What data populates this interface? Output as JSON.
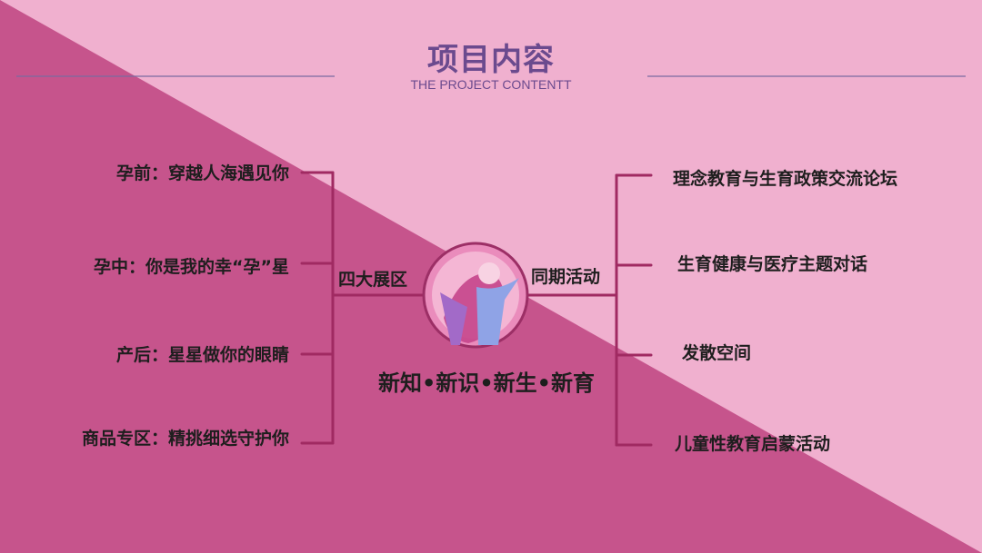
{
  "header": {
    "title": "项目内容",
    "subtitle": "THE PROJECT CONTENTT"
  },
  "left_group": {
    "label": "四大展区",
    "items": [
      "孕前：穿越人海遇见你",
      "孕中：你是我的幸“孕”星",
      "产后：星星做你的眼睛",
      "商品专区：精挑细选守护你"
    ]
  },
  "right_group": {
    "label": "同期活动",
    "items": [
      "理念教育与生育政策交流论坛",
      "生育健康与医疗主题对话",
      "发散空间",
      "儿童性教育启蒙活动"
    ]
  },
  "slogan": "新知•新识•新生•新育",
  "logo": {
    "icon": "mother-child-logo-icon"
  },
  "colors": {
    "background_light": "#f0b0cf",
    "background_dark": "#c6548c",
    "connector": "#a02a62",
    "title": "#6b4a8e",
    "divider": "#7a6aa0"
  }
}
